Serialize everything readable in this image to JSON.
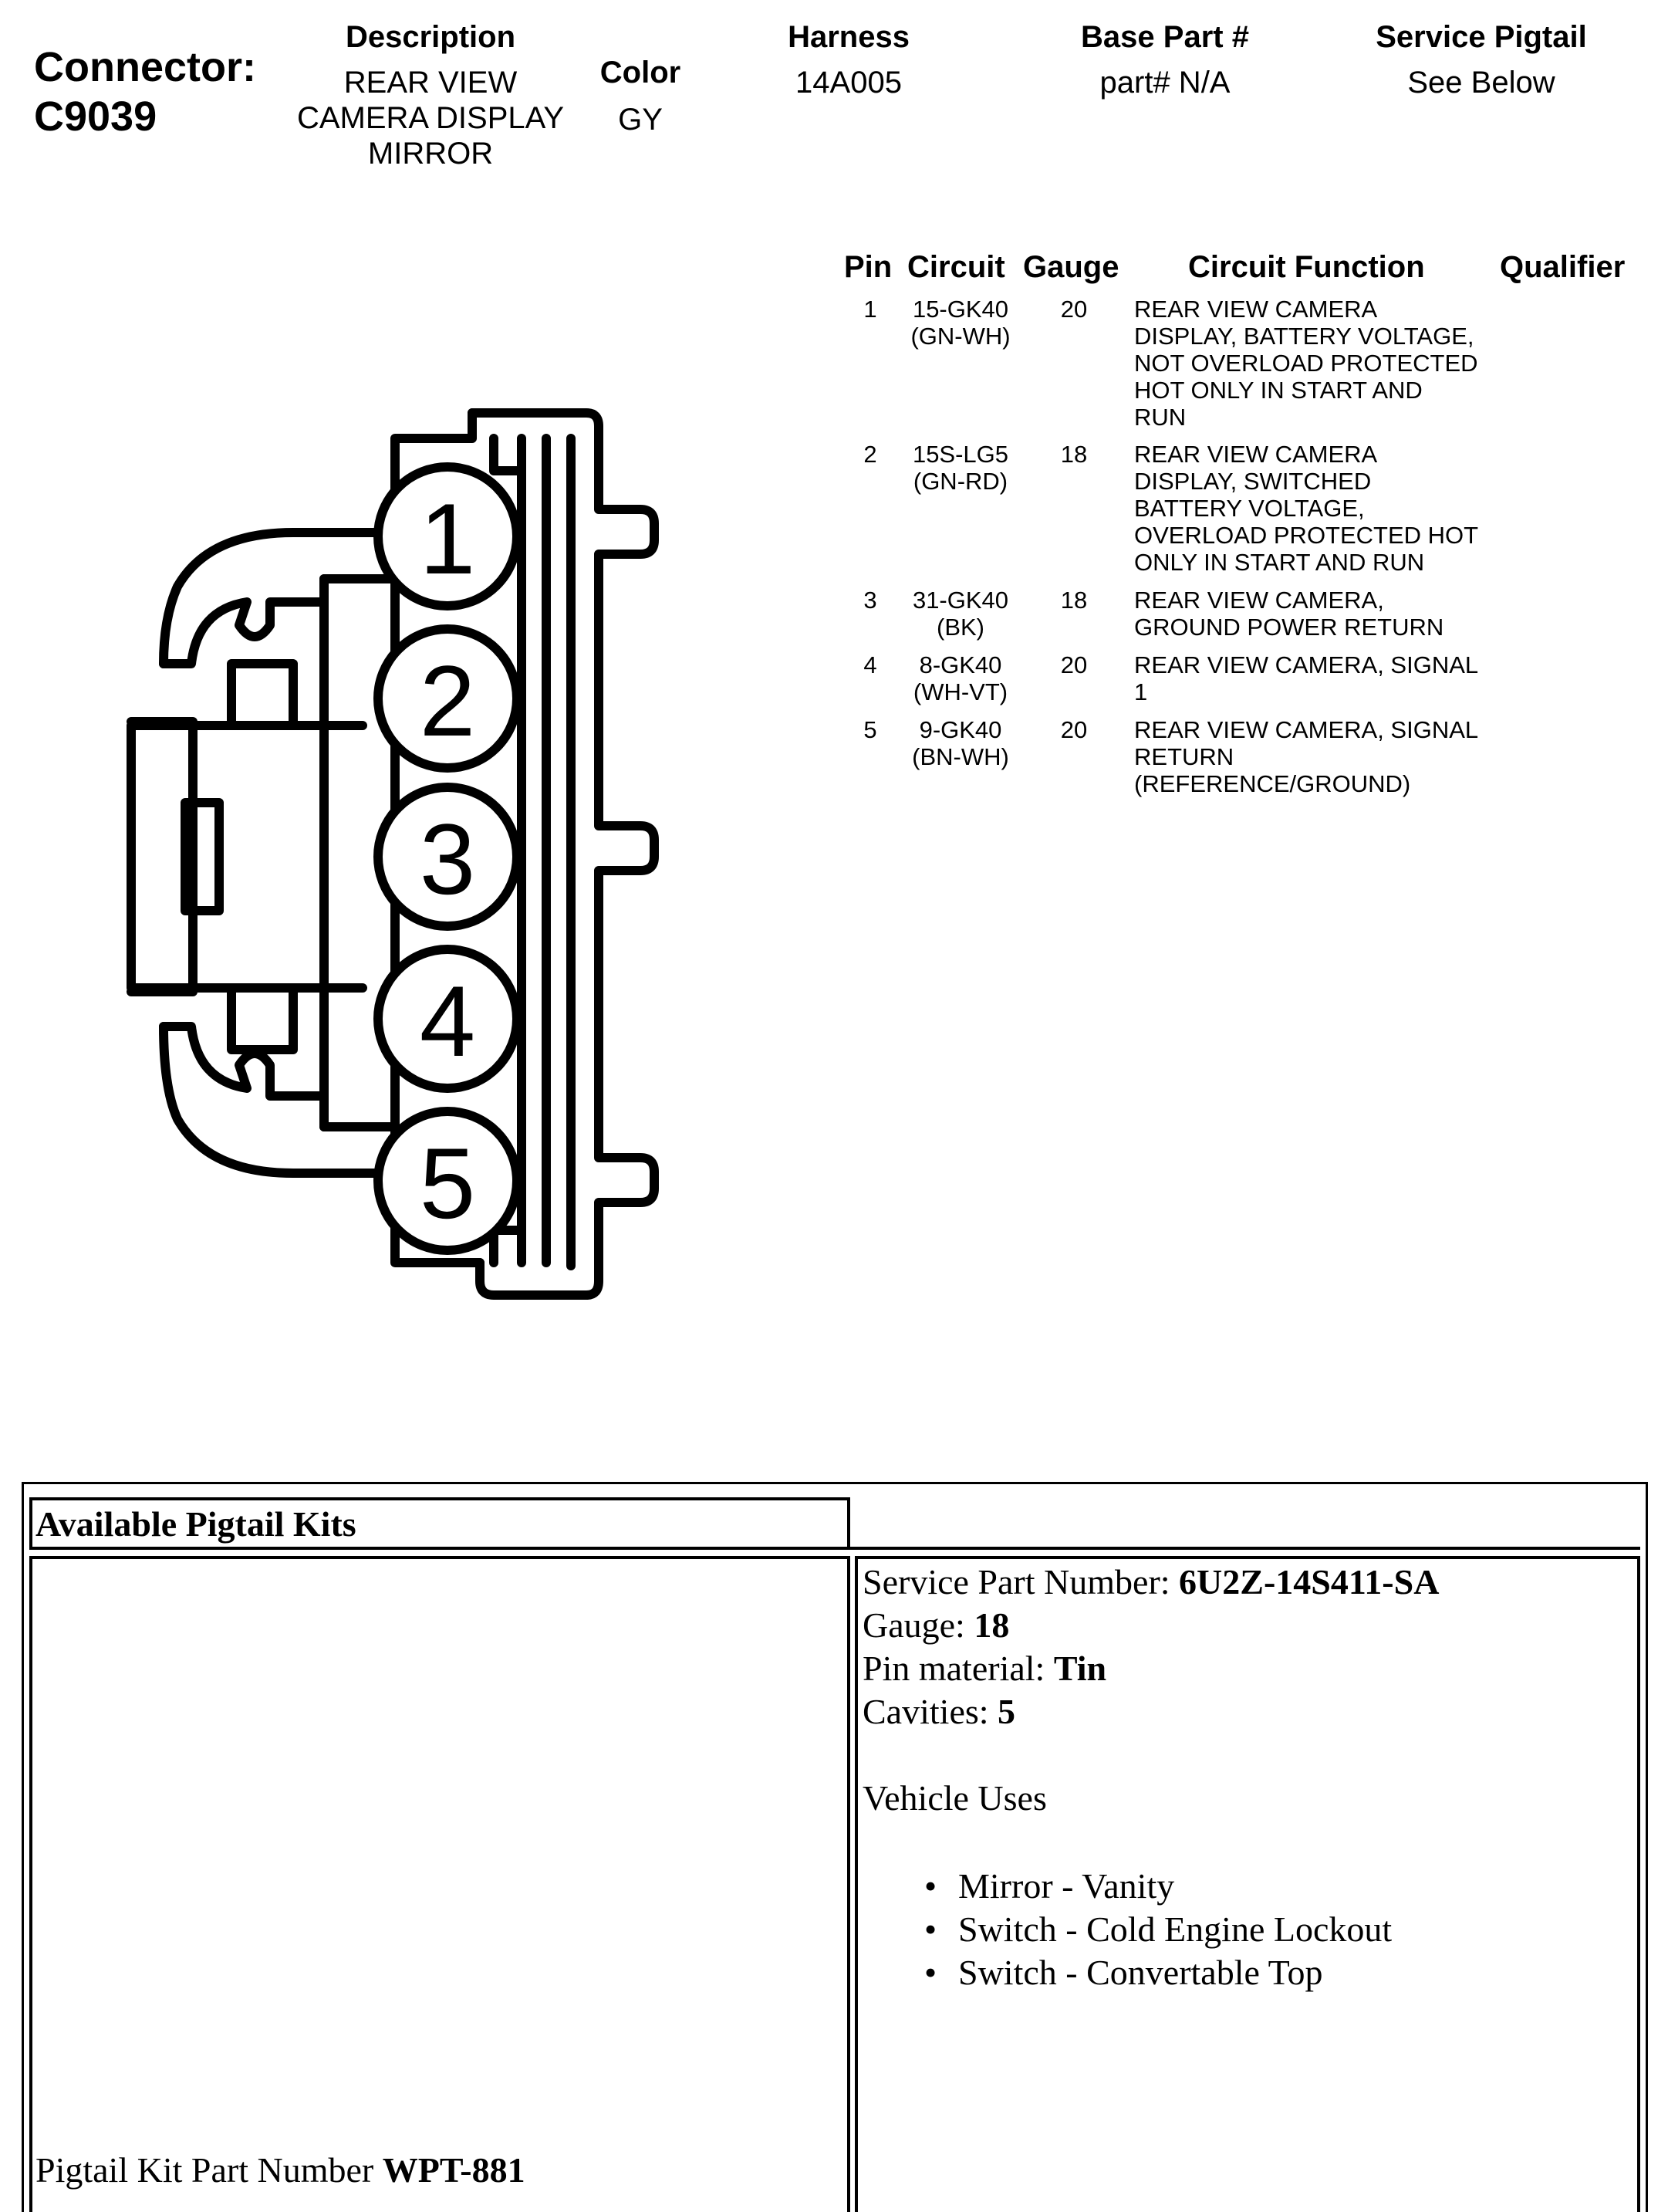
{
  "header": {
    "connector_label": "Connector:",
    "connector_id": "C9039",
    "description_label": "Description",
    "description_lines": [
      "REAR VIEW",
      "CAMERA DISPLAY",
      "MIRROR"
    ],
    "color_label": "Color",
    "color_value": "GY",
    "harness_label": "Harness",
    "harness_value": "14A005",
    "base_part_label": "Base Part #",
    "base_part_value": "part# N/A",
    "service_pigtail_label": "Service Pigtail",
    "service_pigtail_value": "See Below"
  },
  "pin_table": {
    "headers": {
      "pin": "Pin",
      "circuit": "Circuit",
      "gauge": "Gauge",
      "function": "Circuit Function",
      "qualifier": "Qualifier"
    },
    "rows": [
      {
        "pin": "1",
        "circuit": [
          "15-GK40",
          "(GN-WH)"
        ],
        "gauge": "20",
        "function": [
          "REAR VIEW CAMERA",
          "DISPLAY, BATTERY VOLTAGE,",
          "NOT OVERLOAD PROTECTED",
          "HOT ONLY IN START AND",
          "RUN"
        ]
      },
      {
        "pin": "2",
        "circuit": [
          "15S-LG5",
          "(GN-RD)"
        ],
        "gauge": "18",
        "function": [
          "REAR VIEW CAMERA",
          "DISPLAY, SWITCHED",
          "BATTERY VOLTAGE,",
          "OVERLOAD PROTECTED HOT",
          "ONLY IN START AND RUN"
        ]
      },
      {
        "pin": "3",
        "circuit": [
          "31-GK40",
          "(BK)"
        ],
        "gauge": "18",
        "function": [
          "REAR VIEW CAMERA,",
          "GROUND POWER RETURN"
        ]
      },
      {
        "pin": "4",
        "circuit": [
          "8-GK40",
          "(WH-VT)"
        ],
        "gauge": "20",
        "function": [
          "REAR VIEW CAMERA, SIGNAL",
          "1"
        ]
      },
      {
        "pin": "5",
        "circuit": [
          "9-GK40",
          "(BN-WH)"
        ],
        "gauge": "20",
        "function": [
          "REAR VIEW CAMERA, SIGNAL",
          "RETURN",
          "(REFERENCE/GROUND)"
        ]
      }
    ]
  },
  "connector_diagram": {
    "pin_labels": [
      "1",
      "2",
      "3",
      "4",
      "5"
    ]
  },
  "pigtail": {
    "section_title": "Available Pigtail Kits",
    "kit_label": "Pigtail Kit Part Number ",
    "kit_value": "WPT-881",
    "service_part_label": "Service Part Number: ",
    "service_part_value": "6U2Z-14S411-SA",
    "gauge_label": "Gauge: ",
    "gauge_value": "18",
    "pin_material_label": "Pin material: ",
    "pin_material_value": "Tin",
    "cavities_label": "Cavities: ",
    "cavities_value": "5",
    "vehicle_uses_label": "Vehicle Uses",
    "vehicle_uses": [
      "Mirror - Vanity",
      "Switch - Cold Engine Lockout",
      "Switch - Convertable Top"
    ]
  }
}
